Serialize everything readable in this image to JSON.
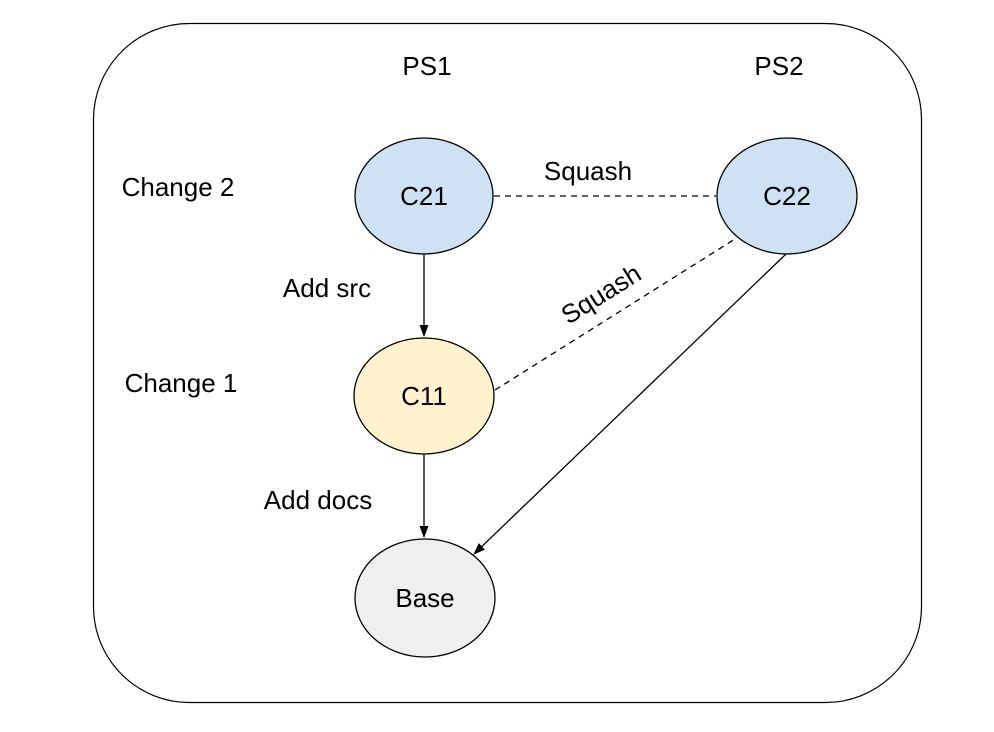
{
  "diagram": {
    "type": "commit-graph",
    "columns": {
      "ps1": "PS1",
      "ps2": "PS2"
    },
    "rows": {
      "change2": "Change 2",
      "change1": "Change 1"
    },
    "nodes": {
      "c21": {
        "label": "C21",
        "fill": "#cfe2f3"
      },
      "c22": {
        "label": "C22",
        "fill": "#cfe2f3"
      },
      "c11": {
        "label": "C11",
        "fill": "#fff2cc"
      },
      "base": {
        "label": "Base",
        "fill": "#efefef"
      }
    },
    "edge_labels": {
      "add_src": "Add src",
      "add_docs": "Add docs",
      "squash_top": "Squash",
      "squash_diagonal": "Squash"
    },
    "edges": [
      {
        "from": "C21",
        "to": "C11",
        "label": "Add src",
        "style": "solid",
        "arrowhead": true
      },
      {
        "from": "C11",
        "to": "Base",
        "label": "Add docs",
        "style": "solid",
        "arrowhead": true
      },
      {
        "from": "C22",
        "to": "Base",
        "label": "",
        "style": "solid",
        "arrowhead": true
      },
      {
        "from": "C21",
        "to": "C22",
        "label": "Squash",
        "style": "dashed",
        "arrowhead": false
      },
      {
        "from": "C11",
        "to": "C22",
        "label": "Squash",
        "style": "dashed",
        "arrowhead": false
      }
    ],
    "colors": {
      "node_blue": "#cfe2f3",
      "node_yellow": "#fff2cc",
      "node_gray": "#efefef",
      "stroke": "#000000",
      "background": "#ffffff"
    }
  }
}
